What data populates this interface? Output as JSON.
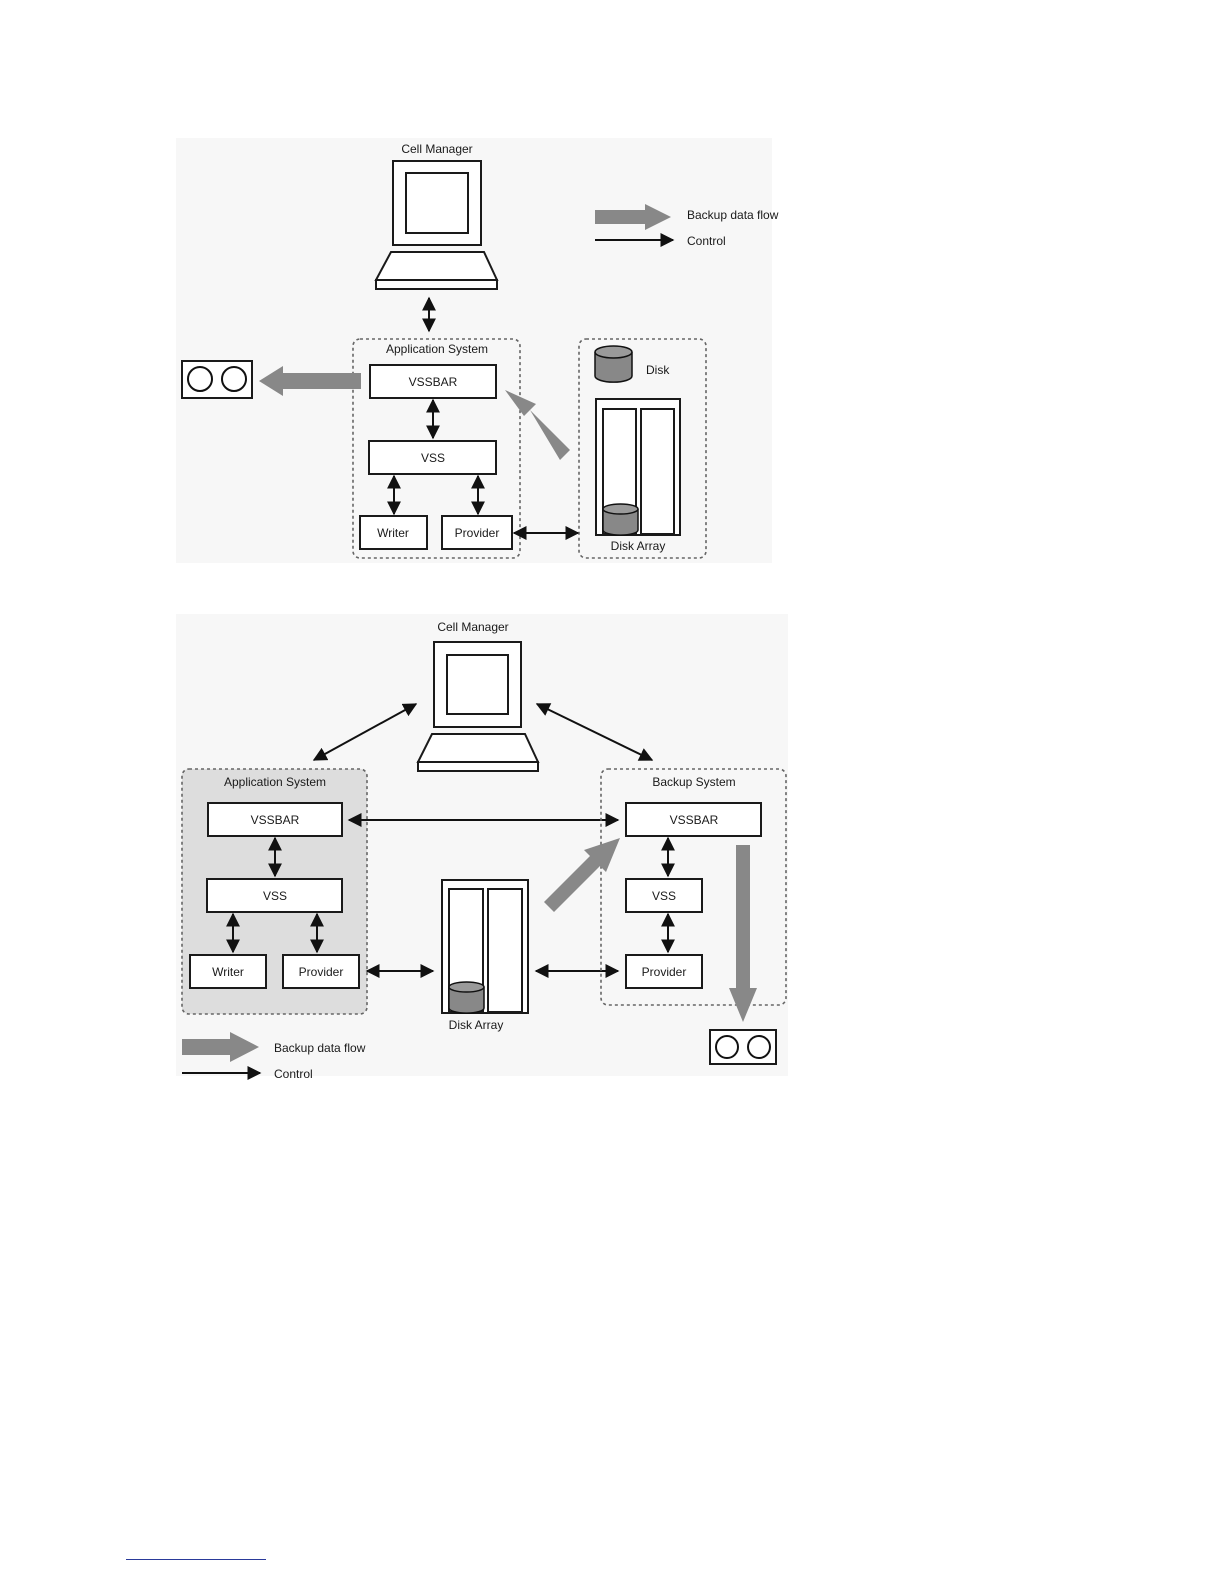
{
  "diagram1": {
    "cell_manager": "Cell Manager",
    "application_system": "Application System",
    "vssbar": "VSSBAR",
    "vss": "VSS",
    "writer": "Writer",
    "provider": "Provider",
    "disk": "Disk",
    "disk_array": "Disk Array",
    "legend": {
      "data_flow": "Backup data flow",
      "control": "Control"
    }
  },
  "diagram2": {
    "cell_manager": "Cell Manager",
    "application_system": "Application System",
    "backup_system": "Backup System",
    "app_vssbar": "VSSBAR",
    "app_vss": "VSS",
    "app_writer": "Writer",
    "app_provider": "Provider",
    "bk_vssbar": "VSSBAR",
    "bk_vss": "VSS",
    "bk_provider": "Provider",
    "disk_array": "Disk Array",
    "legend": {
      "data_flow": "Backup data flow",
      "control": "Control"
    }
  },
  "colors": {
    "data_flow": "#888888",
    "cylinder": "#888888",
    "app_system_shading": "#dddddd"
  }
}
